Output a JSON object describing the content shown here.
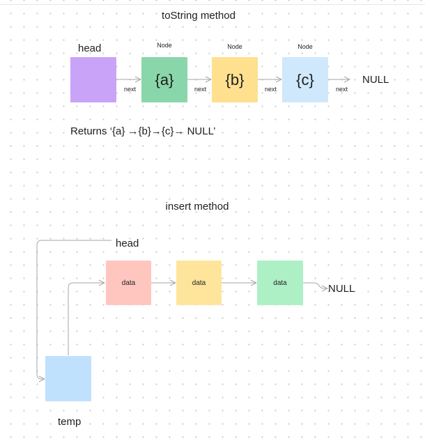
{
  "tostring_section": {
    "title": "toString method",
    "head_label": "head",
    "node_label": "Node",
    "next_label": "next",
    "null_label": "NULL",
    "nodes": [
      "{a}",
      "{b}",
      "{c}"
    ],
    "returns_text": "Returns ‘{a} →{b}→{c}→ NULL’"
  },
  "insert_section": {
    "title": "insert method",
    "head_label": "head",
    "temp_label": "temp",
    "data_label": "data",
    "null_label": "NULL"
  },
  "colors": {
    "head_box": "#c9a3f7",
    "node_a": "#8ad6ab",
    "node_b": "#ffe08f",
    "node_c": "#cfe8fc",
    "data_1": "#ffc6c0",
    "data_2": "#ffe59c",
    "data_3": "#aef0c6",
    "temp_box": "#bfe1fd",
    "connector": "#a6a6a6"
  }
}
